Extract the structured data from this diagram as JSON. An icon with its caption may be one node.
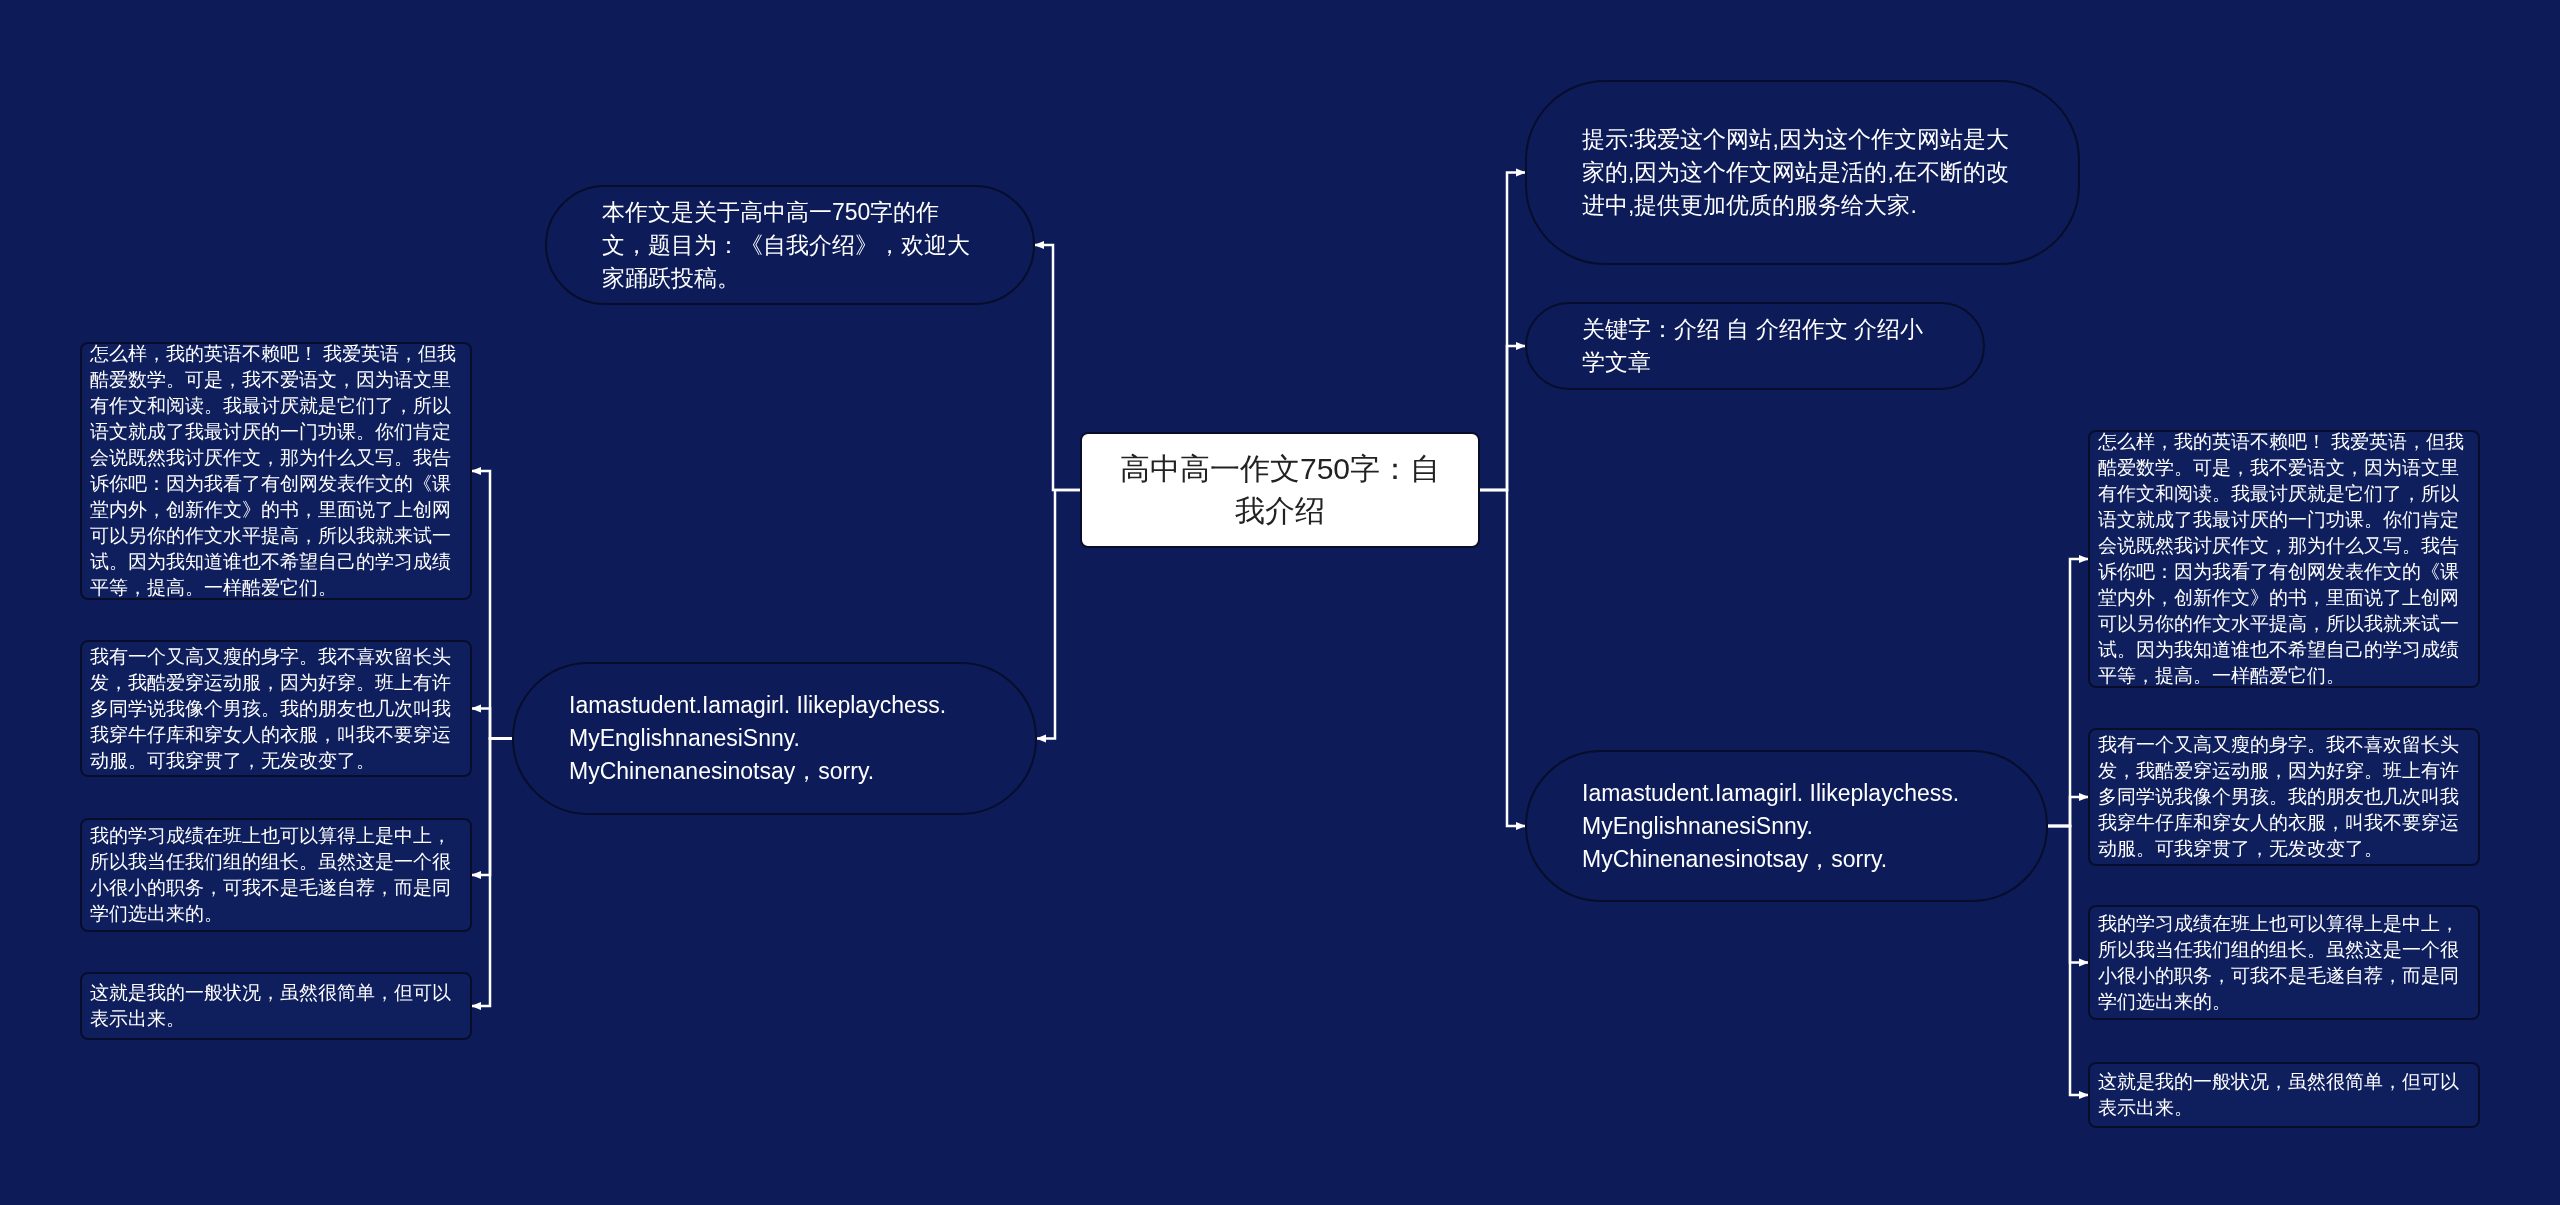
{
  "diagram": {
    "nodes": [
      {
        "text": [
          "高中高一作文750字：自我介绍"
        ]
      },
      {
        "text": [
          "本作文是关于高中高一750字的作文，题目为：《自我介绍》，欢迎大家踊跃投稿。"
        ]
      },
      {
        "text": [
          "Iamastudent.Iamagirl. Ilikeplaychess. MyEnglishnanesiSnny. MyChinenanesinotsay，sorry."
        ]
      },
      {
        "text": [
          "怎么样，我的英语不赖吧！  我爱英语，但我酷爱数学。可是，我不爱语文，因为语文里有作文和阅读。我最讨厌就是它们了，所以语文就成了我最讨厌的一门功课。你们肯定会说既然我讨厌作文，那为什么又写。我告诉你吧：因为我看了有创网发表作文的《课堂内外，创新作文》的书，里面说了上创网可以另你的作文水平提高，所以我就来试一试。因为我知道谁也不希望自己的学习成绩平等，提高。一样酷爱它们。"
        ]
      },
      {
        "text": [
          "我有一个又高又瘦的身字。我不喜欢留长头发，我酷爱穿运动服，因为好穿。班上有许多同学说我像个男孩。我的朋友也几次叫我我穿牛仔库和穿女人的衣服，叫我不要穿运动服。可我穿贯了，无发改变了。"
        ]
      },
      {
        "text": [
          "我的学习成绩在班上也可以算得上是中上，所以我当任我们组的组长。虽然这是一个很小很小的职务，可我不是毛遂自荐，而是同学们选出来的。"
        ]
      },
      {
        "text": [
          "这就是我的一般状况，虽然很简单，但可以表示出来。"
        ]
      },
      {
        "text": [
          "提示:我爱这个网站,因为这个作文网站是大家的,因为这个作文网站是活的,在不断的改进中,提供更加优质的服务给大家."
        ]
      },
      {
        "text": [
          "关键字：介绍 自 介绍作文 介绍小学文章"
        ]
      },
      {
        "text": [
          "Iamastudent.Iamagirl. Ilikeplaychess. MyEnglishnanesiSnny. MyChinenanesinotsay，sorry."
        ]
      },
      {
        "text": [
          "怎么样，我的英语不赖吧！  我爱英语，但我酷爱数学。可是，我不爱语文，因为语文里有作文和阅读。我最讨厌就是它们了，所以语文就成了我最讨厌的一门功课。你们肯定会说既然我讨厌作文，那为什么又写。我告诉你吧：因为我看了有创网发表作文的《课堂内外，创新作文》的书，里面说了上创网可以另你的作文水平提高，所以我就来试一试。因为我知道谁也不希望自己的学习成绩平等，提高。一样酷爱它们。"
        ]
      },
      {
        "text": [
          "我有一个又高又瘦的身字。我不喜欢留长头发，我酷爱穿运动服，因为好穿。班上有许多同学说我像个男孩。我的朋友也几次叫我我穿牛仔库和穿女人的衣服，叫我不要穿运动服。可我穿贯了，无发改变了。"
        ]
      },
      {
        "text": [
          "我的学习成绩在班上也可以算得上是中上，所以我当任我们组的组长。虽然这是一个很小很小的职务，可我不是毛遂自荐，而是同学们选出来的。"
        ]
      },
      {
        "text": [
          "这就是我的一般状况，虽然很简单，但可以表示出来。"
        ]
      }
    ],
    "edges": [
      {
        "from": 0,
        "to": 1,
        "arrow": "to"
      },
      {
        "from": 0,
        "to": 2,
        "arrow": "to"
      },
      {
        "from": 2,
        "to": 3,
        "arrow": "to"
      },
      {
        "from": 2,
        "to": 4,
        "arrow": "to"
      },
      {
        "from": 2,
        "to": 5,
        "arrow": "to"
      },
      {
        "from": 2,
        "to": 6,
        "arrow": "to"
      },
      {
        "from": 0,
        "to": 7,
        "arrow": "to"
      },
      {
        "from": 0,
        "to": 8,
        "arrow": "to"
      },
      {
        "from": 0,
        "to": 9,
        "arrow": "to"
      },
      {
        "from": 9,
        "to": 10,
        "arrow": "to"
      },
      {
        "from": 9,
        "to": 11,
        "arrow": "to"
      },
      {
        "from": 9,
        "to": 12,
        "arrow": "to"
      },
      {
        "from": 9,
        "to": 13,
        "arrow": "to"
      }
    ]
  }
}
